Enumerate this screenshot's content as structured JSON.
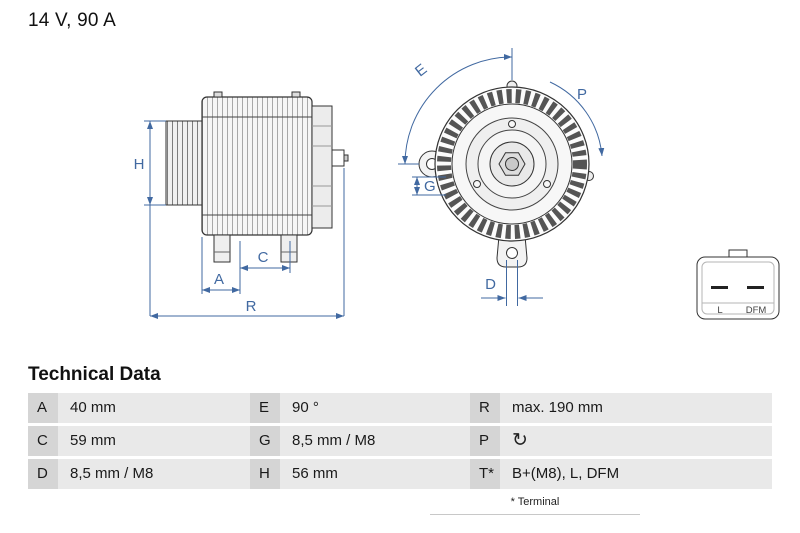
{
  "header": {
    "spec": "14 V, 90 A"
  },
  "drawing": {
    "dimension_labels": {
      "H": "H",
      "A": "A",
      "C": "C",
      "R": "R",
      "E": "E",
      "P": "P",
      "G": "G",
      "D": "D"
    },
    "connector": {
      "pin_left": "L",
      "pin_right": "DFM"
    }
  },
  "technical_data": {
    "title": "Technical Data",
    "rows": [
      {
        "c1": {
          "key": "A",
          "value": "40 mm"
        },
        "c2": {
          "key": "E",
          "value": "90 °"
        },
        "c3": {
          "key": "R",
          "value": "max. 190 mm"
        }
      },
      {
        "c1": {
          "key": "C",
          "value": "59 mm"
        },
        "c2": {
          "key": "G",
          "value": "8,5 mm / M8"
        },
        "c3": {
          "key": "P",
          "value": "↻"
        }
      },
      {
        "c1": {
          "key": "D",
          "value": "8,5 mm / M8"
        },
        "c2": {
          "key": "H",
          "value": "56 mm"
        },
        "c3": {
          "key": "T*",
          "value": "B+(M8), L, DFM"
        }
      }
    ],
    "footnote": "* Terminal"
  },
  "colors": {
    "dimension_blue": "#4169a1",
    "table_key_bg": "#d5d5d5",
    "table_value_bg": "#e9e9e9"
  }
}
